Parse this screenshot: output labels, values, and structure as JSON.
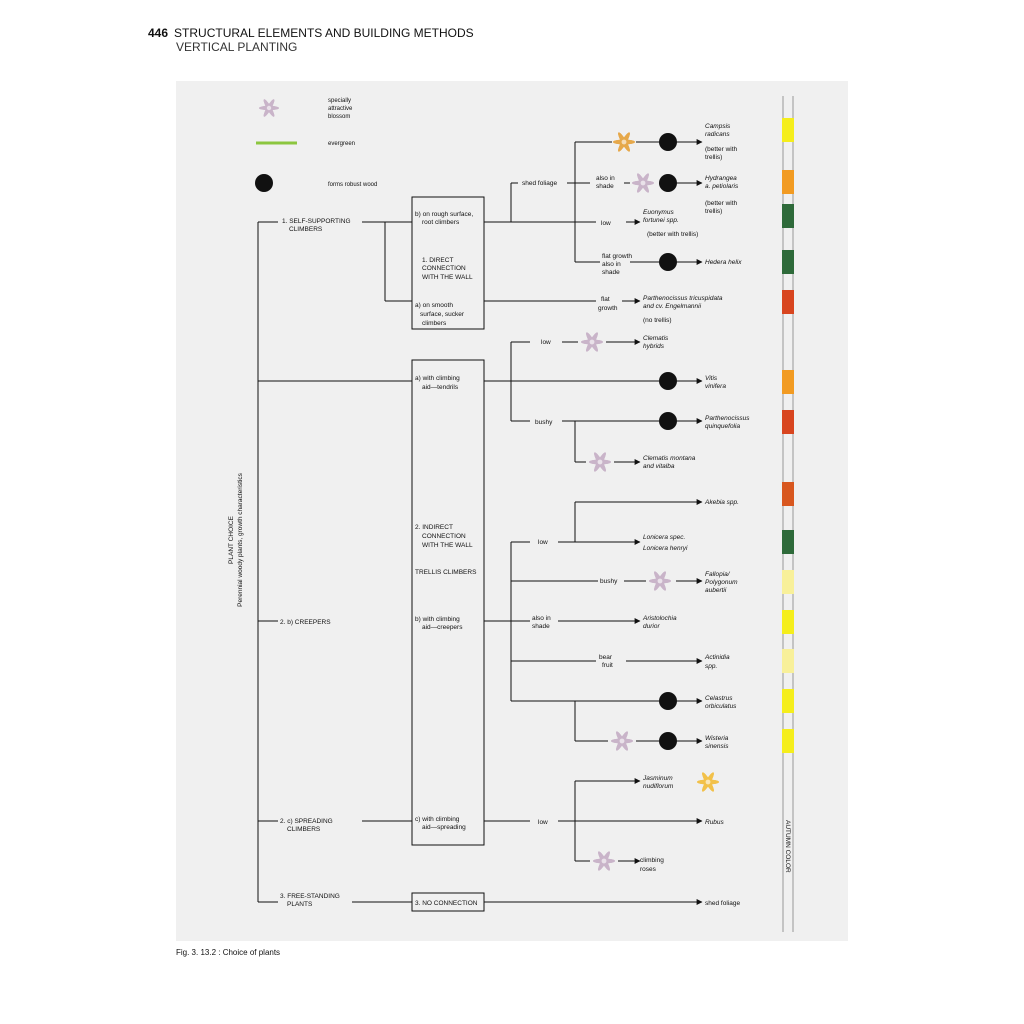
{
  "header": {
    "page_number": "446",
    "title": "STRUCTURAL ELEMENTS AND BUILDING METHODS",
    "subtitle": "VERTICAL PLANTING"
  },
  "legend": {
    "blossom": [
      "specially",
      "attractive",
      "blossom"
    ],
    "evergreen": "evergreen",
    "robust_wood": "forms robust wood"
  },
  "root": {
    "label_1": "PLANT CHOICE",
    "label_2": "Perennial woody plants, growth characteristics"
  },
  "groups": {
    "self_supporting": [
      "1. SELF-SUPPORTING",
      "CLIMBERS"
    ],
    "creepers": "2. b) CREEPERS",
    "spreading": [
      "2. c) SPREADING",
      "CLIMBERS"
    ],
    "free_standing": [
      "3. FREE-STANDING",
      "PLANTS"
    ]
  },
  "connection_boxes": {
    "direct": {
      "rough": [
        "b) on rough surface,",
        "root climbers"
      ],
      "title": [
        "1. DIRECT",
        "CONNECTION",
        "WITH THE WALL"
      ],
      "smooth": [
        "a) on smooth",
        "surface, sucker",
        "climbers"
      ]
    },
    "indirect": {
      "tendrils": [
        "a) with climbing",
        "aid—tendrils"
      ],
      "title": [
        "2. INDIRECT",
        "CONNECTION",
        "WITH THE WALL"
      ],
      "trellis": "TRELLIS CLIMBERS",
      "creepers": [
        "b) with climbing",
        "aid—creepers"
      ],
      "spreading": [
        "c) with climbing",
        "aid—spreading"
      ]
    },
    "none": "3. NO CONNECTION"
  },
  "conditions": {
    "shed_foliage": "shed foliage",
    "also_in_shade_1": [
      "also in",
      "shade"
    ],
    "low_1": "low",
    "flat_growth_shade": [
      "flat growth",
      "also in",
      "shade"
    ],
    "flat_growth": [
      "flat",
      "growth"
    ],
    "low_2": "low",
    "bushy_1": "bushy",
    "low_3": "low",
    "bushy_2": "bushy",
    "also_in_shade_2": [
      "also in",
      "shade"
    ],
    "bear_fruit": [
      "bear",
      "fruit"
    ],
    "low_4": "low"
  },
  "plants": {
    "campsis": [
      "Campsis",
      "radicans",
      "(better with",
      "trellis)"
    ],
    "hydrangea": [
      "Hydrangea",
      "a. petiolaris",
      "(better with",
      "trellis)"
    ],
    "euonymus": [
      "Euonymus",
      "fortunei spp."
    ],
    "euonymus_note": "(better with trellis)",
    "hedera": "Hedera helix",
    "parthenocissus_1": [
      "Parthenocissus tricuspidata",
      "and cv. Engelmannii"
    ],
    "parthenocissus_1_note": "(no trellis)",
    "clematis_1": [
      "Clematis",
      "hybrids"
    ],
    "vitis": [
      "Vitis",
      "vinifera"
    ],
    "parthenocissus_2": [
      "Parthenocissus",
      "quinquefolia"
    ],
    "clematis_2": [
      "Clematis montana",
      "and vitalba"
    ],
    "akebia": "Akebia spp.",
    "lonicera": [
      "Lonicera spec.",
      "Lonicera henryi"
    ],
    "fallopia": [
      "Fallopia/",
      "Polygonum",
      "aubertii"
    ],
    "aristolochia": [
      "Aristolochia",
      "durior"
    ],
    "actinidia": [
      "Actinidia",
      "spp."
    ],
    "celastrus": [
      "Celastrus",
      "orbiculatus"
    ],
    "wisteria": [
      "Wisteria",
      "sinensis"
    ],
    "jasminum": [
      "Jasminum",
      "nudiflorum"
    ],
    "rubus": "Rubus",
    "roses": [
      "climbing",
      "roses"
    ],
    "free_shed": "shed foliage"
  },
  "autumn_label": "AUTUMN COLOR",
  "autumn_colors": [
    "#f5ee1c",
    "#f29b22",
    "#2e6a3a",
    "#2e6a3a",
    "#d8451f",
    "#f29b22",
    "#d8451f",
    "#d8571f",
    "#2e6a3a",
    "#f8f09a",
    "#f5ee1c",
    "#f8f09a",
    "#f5ee1c",
    "#f5ee1c"
  ],
  "colors": {
    "evergreen": "#8cc63f",
    "blossom_pink": "#c9b4c9",
    "blossom_orange": "#e6a84a",
    "blossom_yellow": "#f2c14a",
    "line": "#111111"
  },
  "caption": "Fig. 3. 13.2 : Choice of plants"
}
